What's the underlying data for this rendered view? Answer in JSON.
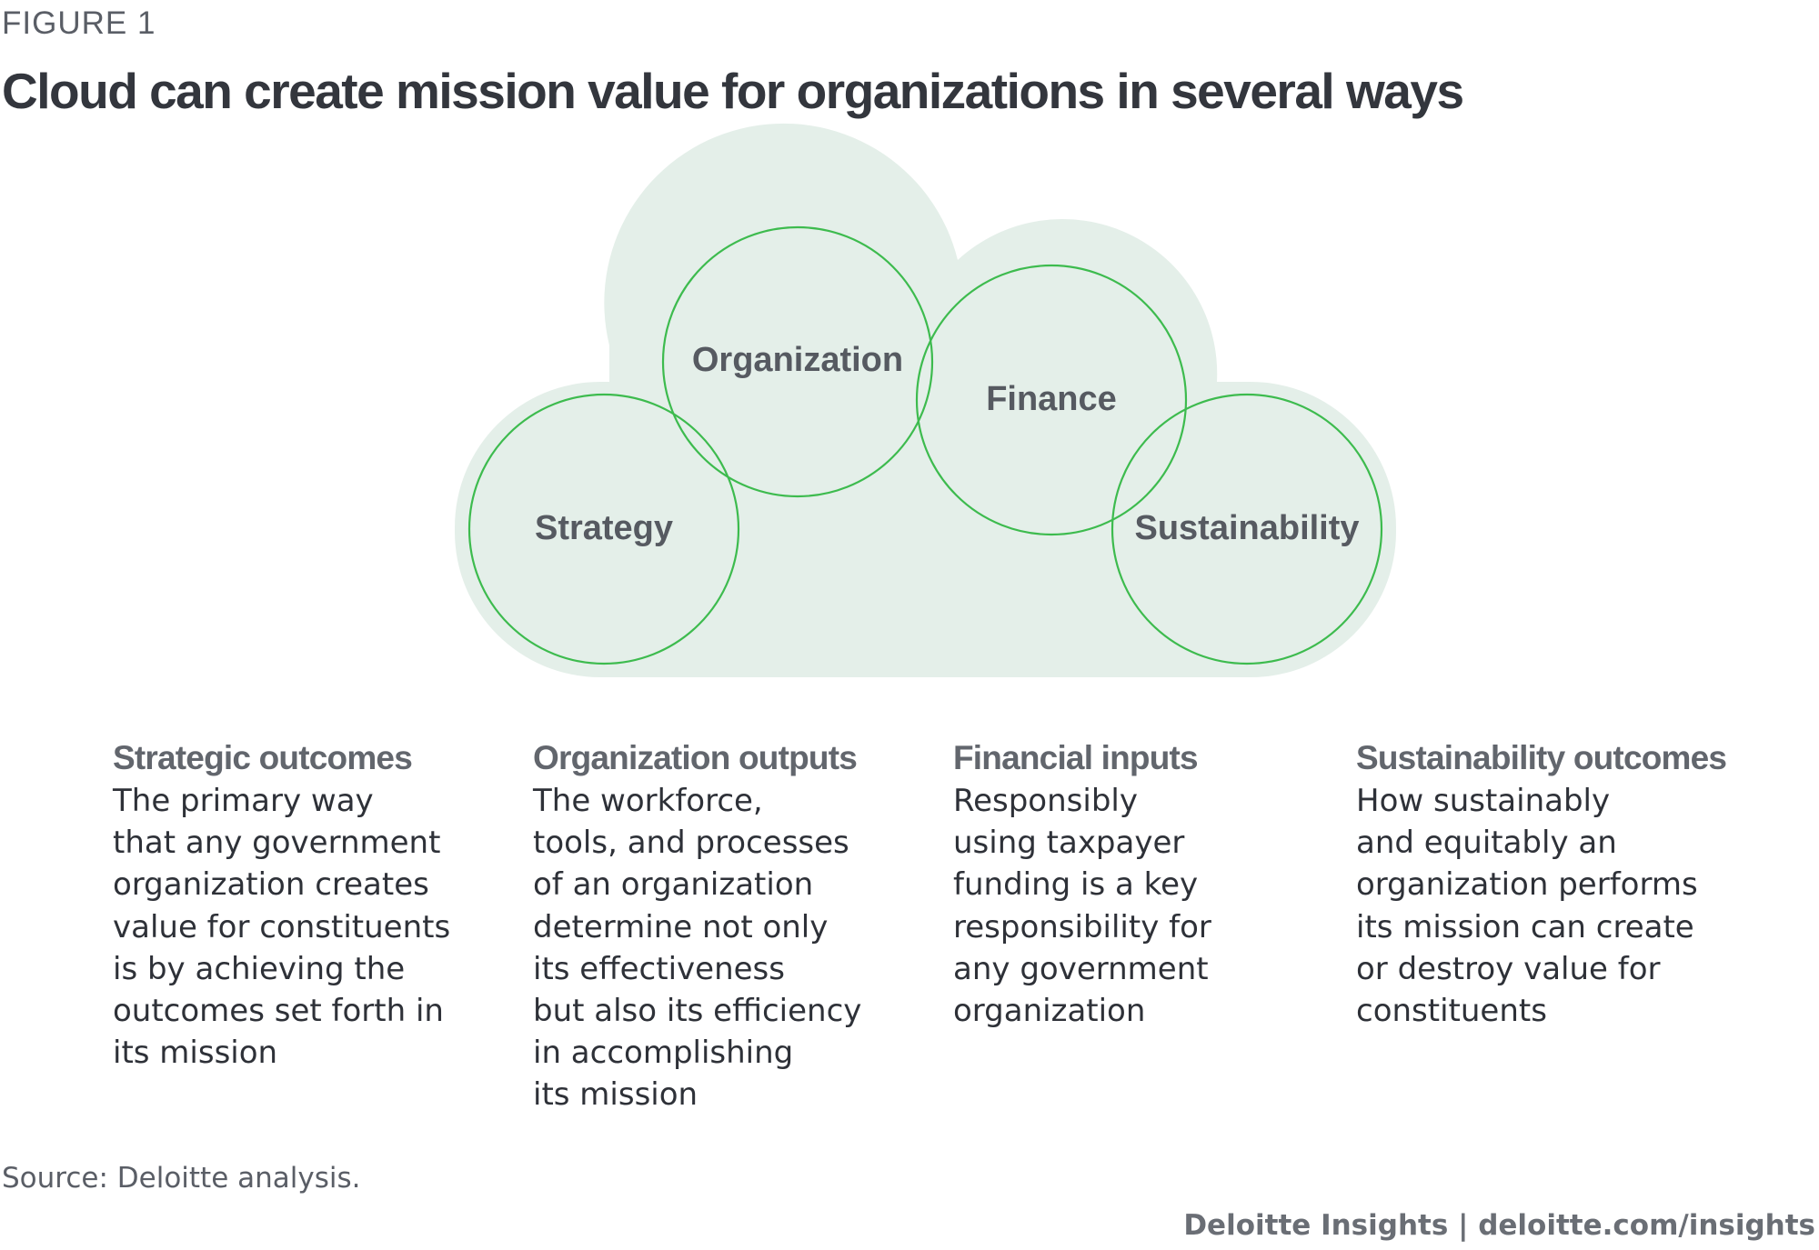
{
  "figure_label": "FIGURE 1",
  "title": "Cloud can create mission value for organizations in several ways",
  "colors": {
    "cloud_fill": "#e4efe9",
    "circle_stroke": "#3dbb4e",
    "circle_fill": "#e4efe9"
  },
  "diagram": {
    "circles": [
      {
        "label": "Strategy"
      },
      {
        "label": "Organization"
      },
      {
        "label": "Finance"
      },
      {
        "label": "Sustainability"
      }
    ]
  },
  "columns": [
    {
      "heading": "Strategic outcomes",
      "body": "The primary way\nthat any government\norganization creates\nvalue for constituents\nis by achieving the\noutcomes set forth in\nits mission"
    },
    {
      "heading": "Organization outputs",
      "body": "The workforce,\ntools, and processes\nof an organization\ndetermine not only\nits effectiveness\nbut also its efficiency\nin accomplishing\nits mission"
    },
    {
      "heading": "Financial inputs",
      "body": "Responsibly\nusing taxpayer\nfunding is a key\nresponsibility for\nany government\norganization"
    },
    {
      "heading": "Sustainability outcomes",
      "body": "How sustainably\nand equitably an\norganization performs\nits mission can create\nor destroy value for\nconstituents"
    }
  ],
  "source": "Source: Deloitte analysis.",
  "footer": "Deloitte Insights | deloitte.com/insights"
}
